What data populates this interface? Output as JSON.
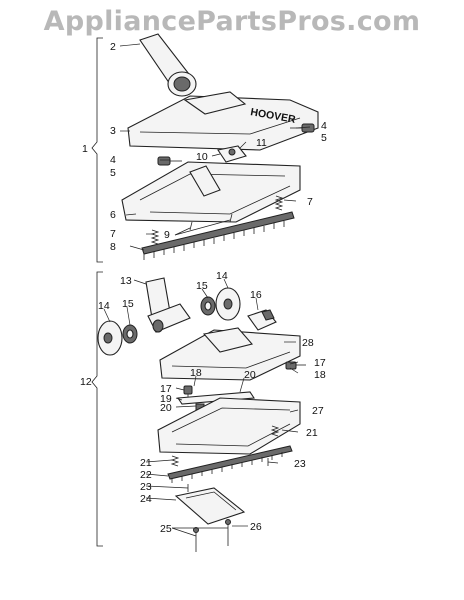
{
  "watermark": "AppliancePartsPros.com",
  "brand": "HOOVER",
  "callouts": {
    "top": [
      "1",
      "2",
      "3",
      "4",
      "5",
      "4",
      "5",
      "10",
      "11",
      "6",
      "7",
      "7",
      "9",
      "8"
    ],
    "bottom": [
      "12",
      "13",
      "14",
      "15",
      "14",
      "15",
      "16",
      "28",
      "17",
      "18",
      "17",
      "18",
      "19",
      "20",
      "20",
      "27",
      "21",
      "21",
      "22",
      "23",
      "23",
      "24",
      "25",
      "26"
    ]
  }
}
